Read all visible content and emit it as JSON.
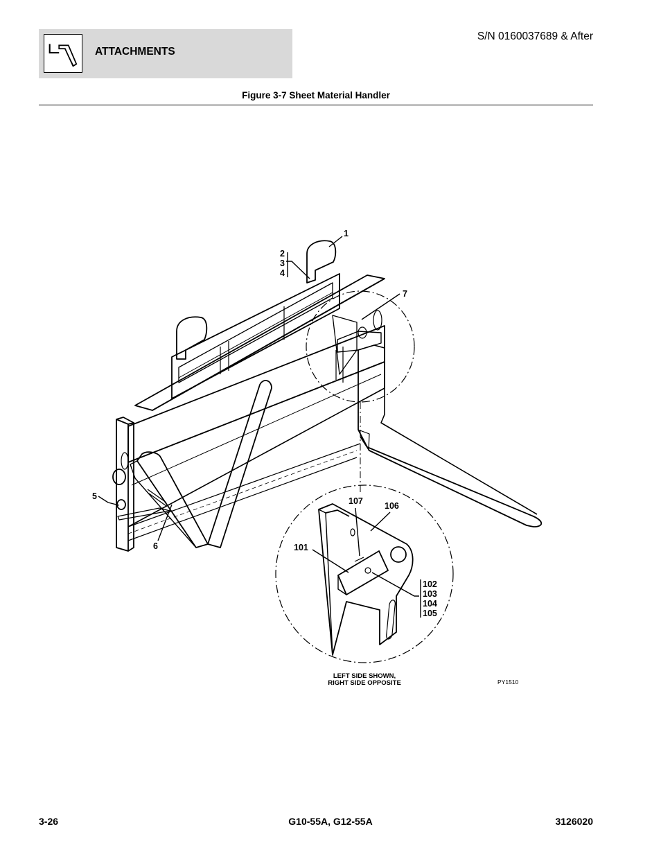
{
  "header": {
    "section_title": "ATTACHMENTS",
    "serial": "S/N 0160037689 & After",
    "icon": "fork-attachment-icon"
  },
  "figure": {
    "title": "Figure 3-7 Sheet Material Handler",
    "callouts": {
      "c1": "1",
      "c2": "2",
      "c3": "3",
      "c4": "4",
      "c5": "5",
      "c6": "6",
      "c7": "7",
      "c101": "101",
      "c102": "102",
      "c103": "103",
      "c104": "104",
      "c105": "105",
      "c106": "106",
      "c107": "107"
    },
    "note_line1": "LEFT SIDE SHOWN,",
    "note_line2": "RIGHT SIDE OPPOSITE",
    "drawing_code": "PY1510"
  },
  "footer": {
    "page_number": "3-26",
    "models": "G10-55A, G12-55A",
    "doc_number": "3126020"
  }
}
